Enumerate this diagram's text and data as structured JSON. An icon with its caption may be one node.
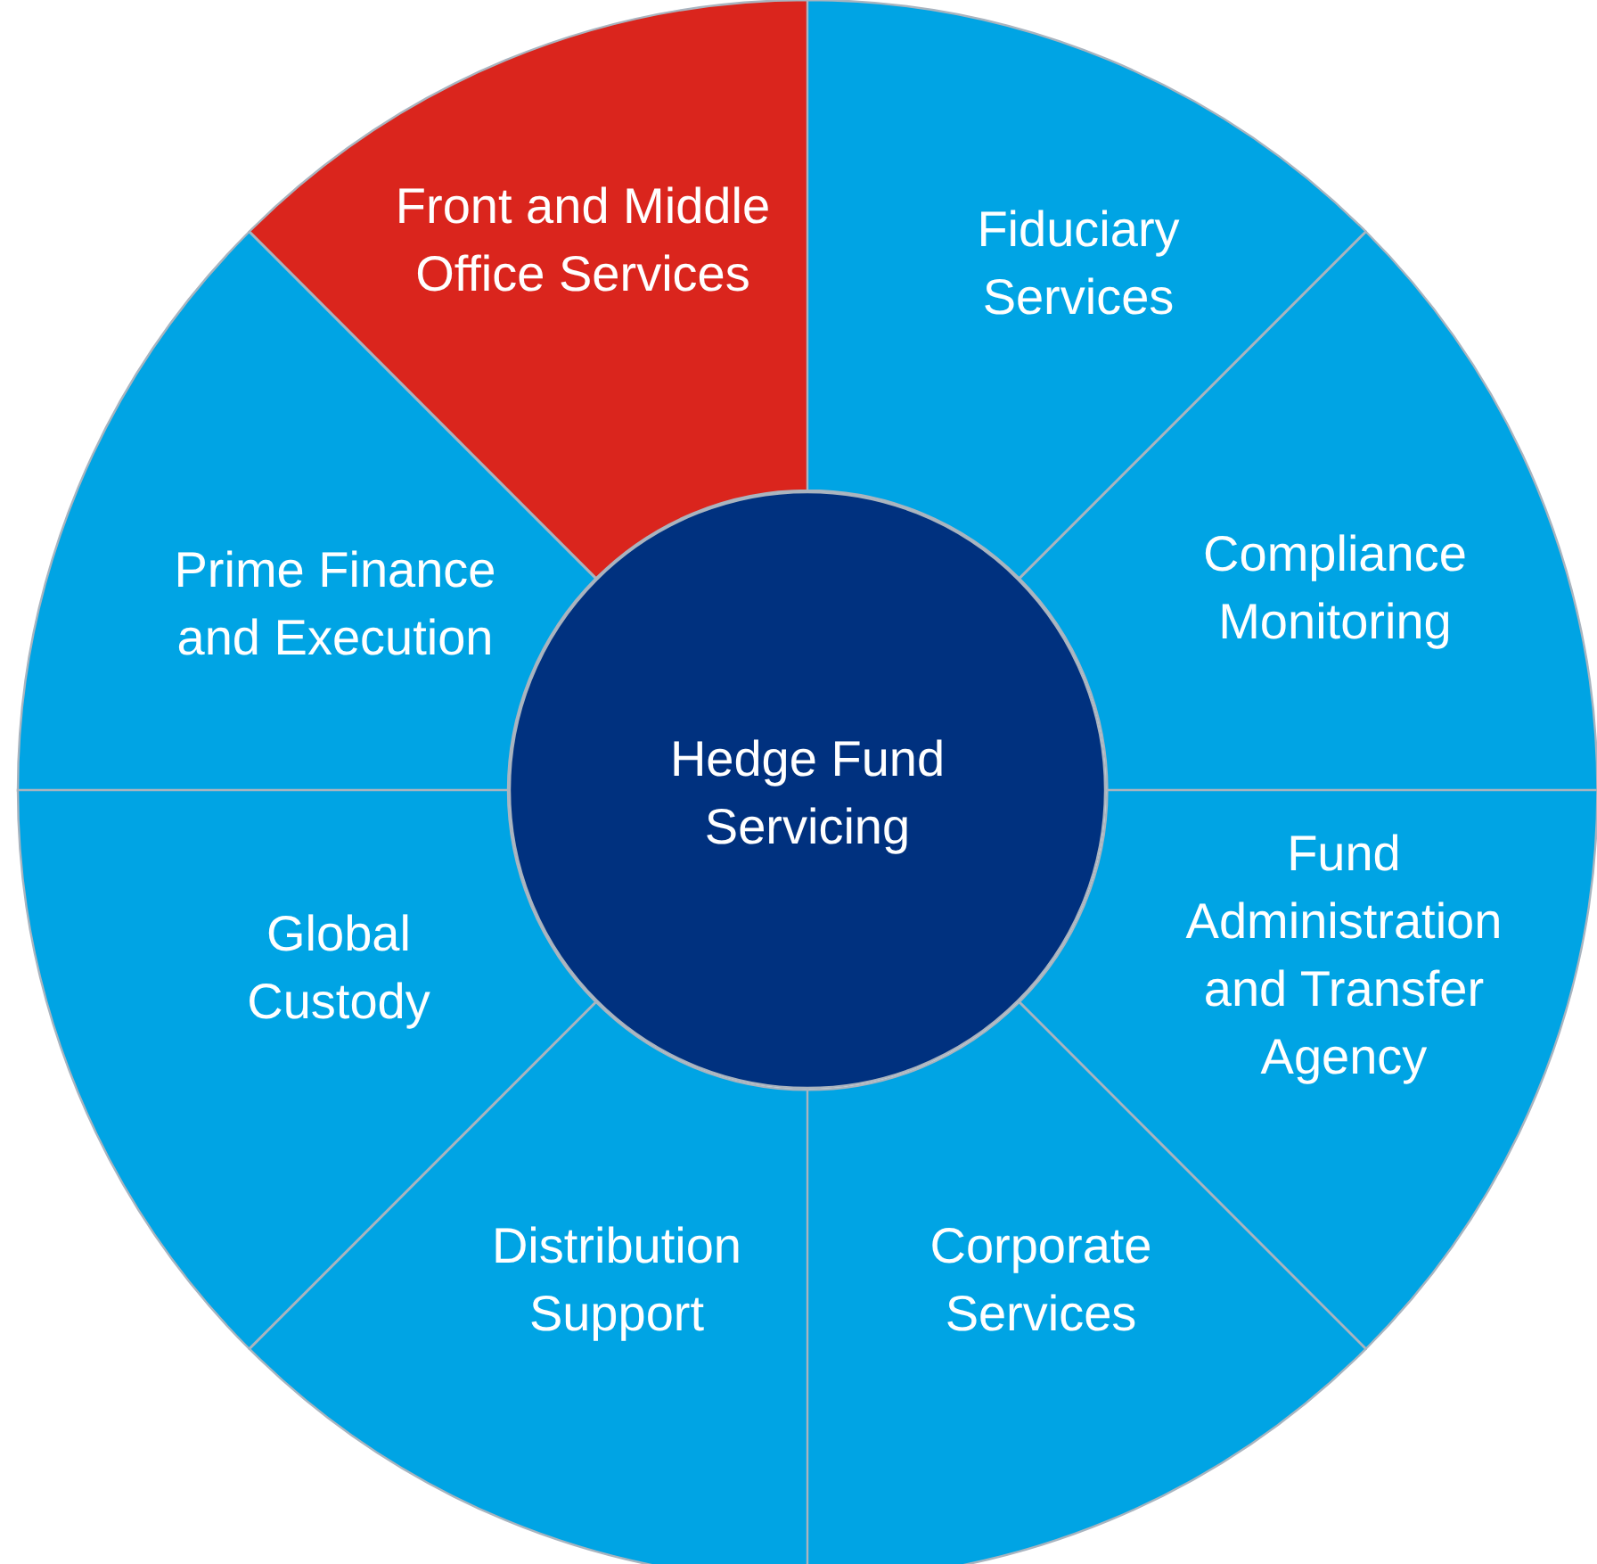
{
  "diagram": {
    "nodes": [
      {
        "text": [
          "Front and Middle Office Services"
        ]
      },
      {
        "text": [
          "Fiduciary Services"
        ]
      },
      {
        "text": [
          "Prime Finance and Execution"
        ]
      },
      {
        "text": [
          "Compliance Monitoring"
        ]
      },
      {
        "text": [
          "Hedge Fund Servicing"
        ]
      },
      {
        "text": [
          "Global Custody"
        ]
      },
      {
        "text": [
          "Fund Administration and Transfer Agency"
        ]
      },
      {
        "text": [
          "Distribution Support"
        ]
      },
      {
        "text": [
          "Corporate Services"
        ]
      }
    ]
  }
}
